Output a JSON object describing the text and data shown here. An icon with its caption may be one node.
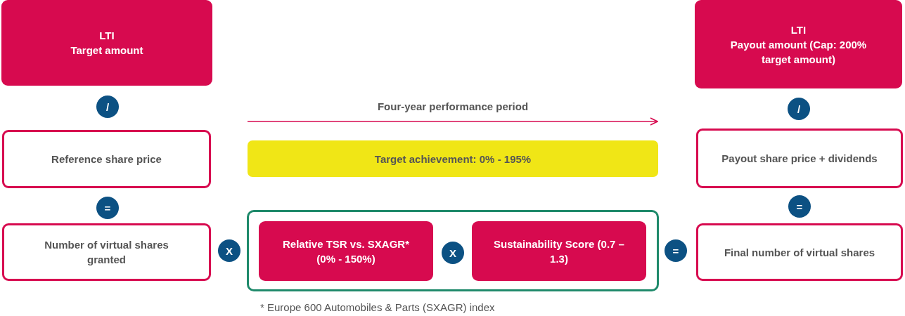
{
  "diagram": {
    "nodes": [
      {
        "text": [
          "LTI",
          "Target amount"
        ]
      },
      {
        "text": [
          "LTI",
          "Payout amount (Cap: 200% target amount)"
        ]
      },
      {
        "text": [
          "/"
        ]
      },
      {
        "text": [
          "/"
        ]
      },
      {
        "text": [
          "Reference share price"
        ]
      },
      {
        "text": [
          "Target achievement: 0% - 195%"
        ]
      },
      {
        "text": [
          "Payout share price + dividends"
        ]
      },
      {
        "text": [
          "="
        ]
      },
      {
        "text": [
          "="
        ]
      },
      {
        "text": [
          "Number of virtual shares granted"
        ]
      },
      {
        "text": [
          "X"
        ]
      },
      {
        "text": [],
        "shape": "box"
      },
      {
        "text": [
          "Relative TSR vs. SXAGR* (0% - 150%)"
        ],
        "in": 11
      },
      {
        "text": [
          "X"
        ],
        "in": 11
      },
      {
        "text": [
          "Sustainability Score (0.7 – 1.3)"
        ],
        "in": 11
      },
      {
        "text": [
          "="
        ]
      },
      {
        "text": [
          "Final number of virtual shares"
        ]
      }
    ],
    "labels": [
      "Four-year performance period",
      "* Europe 600 Automobiles & Parts (SXAGR) index"
    ]
  }
}
